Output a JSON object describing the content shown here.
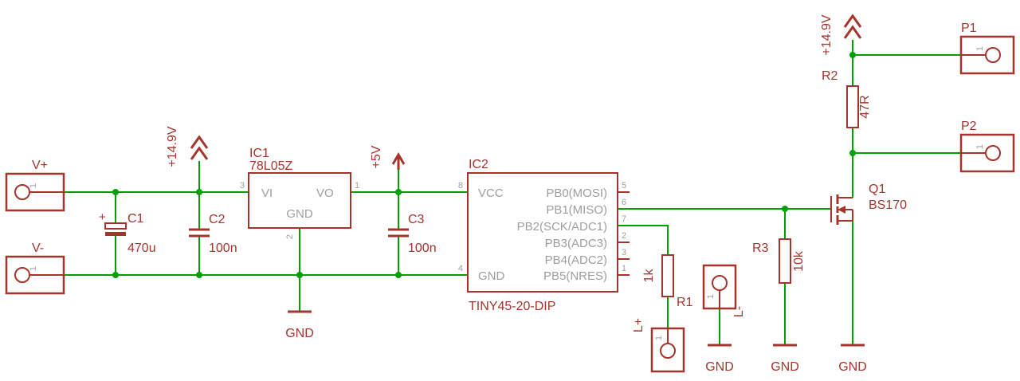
{
  "colors": {
    "wire": "#00A000",
    "part": "#A5342C",
    "pin": "#9E9E9E",
    "bg": "#FFFFFF"
  },
  "supplies": {
    "v14_left": "+14.9V",
    "v14_right": "+14.9V",
    "v5": "+5V"
  },
  "grounds": {
    "label": "GND"
  },
  "connectors": {
    "vplus": {
      "name": "V+",
      "pin": "1"
    },
    "vminus": {
      "name": "V-",
      "pin": "1"
    },
    "p1": {
      "name": "P1",
      "pin": "1"
    },
    "p2": {
      "name": "P2",
      "pin": "1"
    },
    "lplus": {
      "name": "L+",
      "pin": "1"
    },
    "lminus": {
      "name": "L-",
      "pin": "1"
    }
  },
  "capacitors": {
    "c1": {
      "name": "C1",
      "value": "470u",
      "polarity": "+"
    },
    "c2": {
      "name": "C2",
      "value": "100n"
    },
    "c3": {
      "name": "C3",
      "value": "100n"
    }
  },
  "resistors": {
    "r1": {
      "name": "R1",
      "value": "1k"
    },
    "r2": {
      "name": "R2",
      "value": "47R"
    },
    "r3": {
      "name": "R3",
      "value": "10k"
    }
  },
  "ic1": {
    "name": "IC1",
    "value": "78L05Z",
    "pins": {
      "vi": "VI",
      "vo": "VO",
      "gnd": "GND"
    },
    "numbers": {
      "input": "3",
      "output": "1",
      "gnd": "2"
    }
  },
  "ic2": {
    "name": "IC2",
    "value": "TINY45-20-DIP",
    "left_pins": [
      {
        "num": "8",
        "label": "VCC"
      },
      {
        "num": "4",
        "label": "GND"
      }
    ],
    "right_pins": [
      {
        "num": "5",
        "label": "PB0(MOSI)"
      },
      {
        "num": "6",
        "label": "PB1(MISO)"
      },
      {
        "num": "7",
        "label": "PB2(SCK/ADC1)"
      },
      {
        "num": "2",
        "label": "PB3(ADC3)"
      },
      {
        "num": "3",
        "label": "PB4(ADC2)"
      },
      {
        "num": "1",
        "label": "PB5(NRES)"
      }
    ]
  },
  "transistor": {
    "name": "Q1",
    "value": "BS170"
  }
}
